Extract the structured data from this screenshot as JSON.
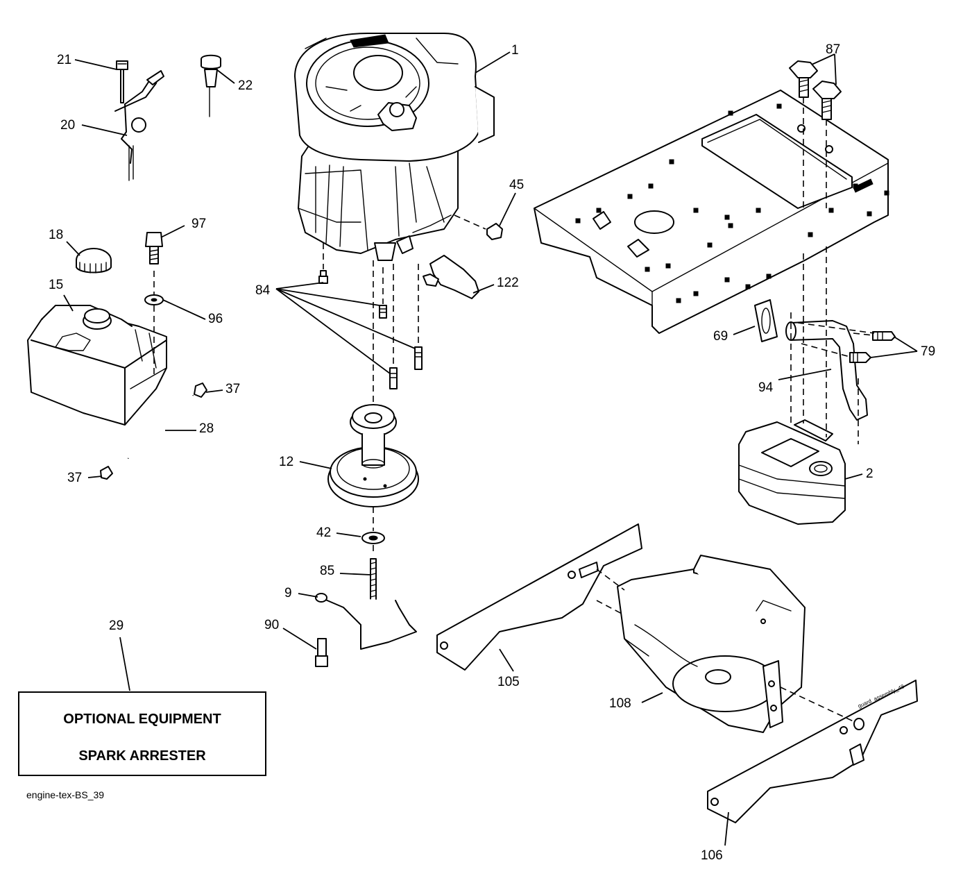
{
  "callouts": {
    "c1": "1",
    "c2": "2",
    "c9": "9",
    "c12": "12",
    "c15": "15",
    "c18": "18",
    "c20": "20",
    "c21": "21",
    "c22": "22",
    "c28": "28",
    "c29": "29",
    "c37a": "37",
    "c37b": "37",
    "c42": "42",
    "c45": "45",
    "c69": "69",
    "c79": "79",
    "c84": "84",
    "c85": "85",
    "c87": "87",
    "c90": "90",
    "c94": "94",
    "c96": "96",
    "c97": "97",
    "c105": "105",
    "c106": "106",
    "c108": "108",
    "c122": "122"
  },
  "optional_box": {
    "line1": "OPTIONAL EQUIPMENT",
    "line2": "SPARK ARRESTER"
  },
  "drawing_ref": "engine-tex-BS_39",
  "guard_ref": "guard_assembly_48"
}
